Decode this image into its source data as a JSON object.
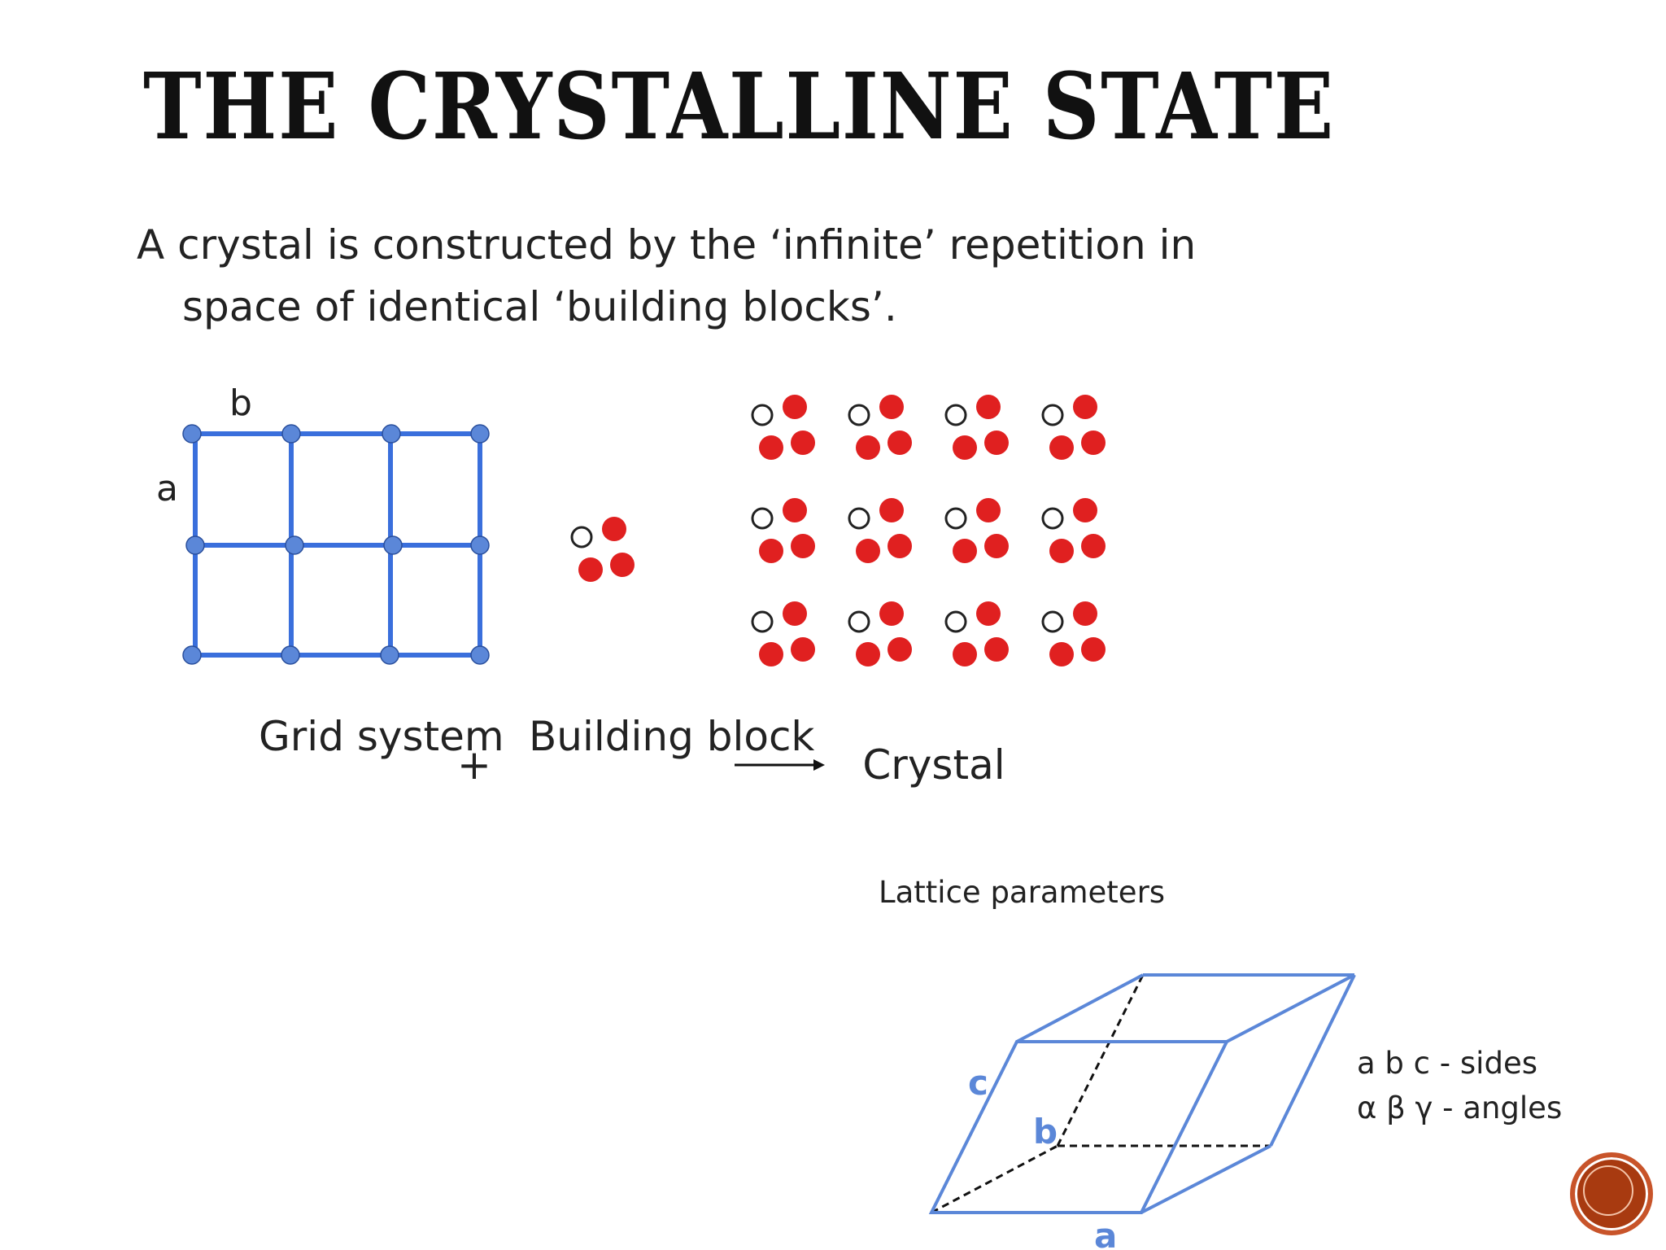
{
  "slide": {
    "title": "THE CRYSTALLINE STATE",
    "intro_line1": "A crystal is constructed by the ‘infinite’ repetition  in",
    "intro_line2": "space of identical ‘building blocks’."
  },
  "grid_diagram": {
    "label_a": "a",
    "label_b": "b",
    "rows": 3,
    "cols": 4,
    "line_color": "#3a6fdc",
    "node_color": "#5b87d8"
  },
  "captions": {
    "grid": "Grid system",
    "plus": "+",
    "building_block": "Building block",
    "crystal": "Crystal"
  },
  "crystal": {
    "rows": 3,
    "cols": 4,
    "atom_red": "#e02020"
  },
  "lattice": {
    "title": "Lattice parameters",
    "label_a": "a",
    "label_b": "b",
    "label_c": "c",
    "sides": "a b c - sides",
    "angles": "α β γ - angles",
    "edge_color": "#5b87d8"
  }
}
